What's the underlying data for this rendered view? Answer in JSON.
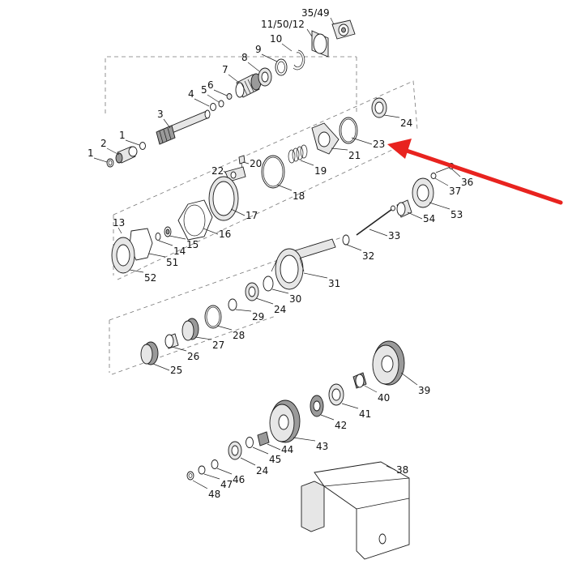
{
  "colors": {
    "line": "#222222",
    "arrow": "#e8231f",
    "background": "#ffffff"
  },
  "callout_target_label": "23",
  "labels": [
    {
      "id": "l-1a",
      "text": "1"
    },
    {
      "id": "l-2",
      "text": "2"
    },
    {
      "id": "l-1b",
      "text": "1"
    },
    {
      "id": "l-3",
      "text": "3"
    },
    {
      "id": "l-4",
      "text": "4"
    },
    {
      "id": "l-5",
      "text": "5"
    },
    {
      "id": "l-6",
      "text": "6"
    },
    {
      "id": "l-7",
      "text": "7"
    },
    {
      "id": "l-8",
      "text": "8"
    },
    {
      "id": "l-9",
      "text": "9"
    },
    {
      "id": "l-10",
      "text": "10"
    },
    {
      "id": "l-11-50-12",
      "text": "11/50/12"
    },
    {
      "id": "l-35-49",
      "text": "35/49"
    },
    {
      "id": "l-24a",
      "text": "24"
    },
    {
      "id": "l-23",
      "text": "23"
    },
    {
      "id": "l-21",
      "text": "21"
    },
    {
      "id": "l-19",
      "text": "19"
    },
    {
      "id": "l-18",
      "text": "18"
    },
    {
      "id": "l-20",
      "text": "20"
    },
    {
      "id": "l-22",
      "text": "22"
    },
    {
      "id": "l-17",
      "text": "17"
    },
    {
      "id": "l-16",
      "text": "16"
    },
    {
      "id": "l-13",
      "text": "13"
    },
    {
      "id": "l-15",
      "text": "15"
    },
    {
      "id": "l-14",
      "text": "14"
    },
    {
      "id": "l-51",
      "text": "51"
    },
    {
      "id": "l-52",
      "text": "52"
    },
    {
      "id": "l-36",
      "text": "36"
    },
    {
      "id": "l-37",
      "text": "37"
    },
    {
      "id": "l-53",
      "text": "53"
    },
    {
      "id": "l-54",
      "text": "54"
    },
    {
      "id": "l-33",
      "text": "33"
    },
    {
      "id": "l-32",
      "text": "32"
    },
    {
      "id": "l-31",
      "text": "31"
    },
    {
      "id": "l-30",
      "text": "30"
    },
    {
      "id": "l-24b",
      "text": "24"
    },
    {
      "id": "l-29",
      "text": "29"
    },
    {
      "id": "l-28",
      "text": "28"
    },
    {
      "id": "l-27",
      "text": "27"
    },
    {
      "id": "l-26",
      "text": "26"
    },
    {
      "id": "l-25",
      "text": "25"
    },
    {
      "id": "l-39",
      "text": "39"
    },
    {
      "id": "l-40",
      "text": "40"
    },
    {
      "id": "l-41",
      "text": "41"
    },
    {
      "id": "l-42",
      "text": "42"
    },
    {
      "id": "l-43",
      "text": "43"
    },
    {
      "id": "l-44",
      "text": "44"
    },
    {
      "id": "l-45",
      "text": "45"
    },
    {
      "id": "l-24c",
      "text": "24"
    },
    {
      "id": "l-46",
      "text": "46"
    },
    {
      "id": "l-47",
      "text": "47"
    },
    {
      "id": "l-48",
      "text": "48"
    },
    {
      "id": "l-38",
      "text": "38"
    }
  ]
}
